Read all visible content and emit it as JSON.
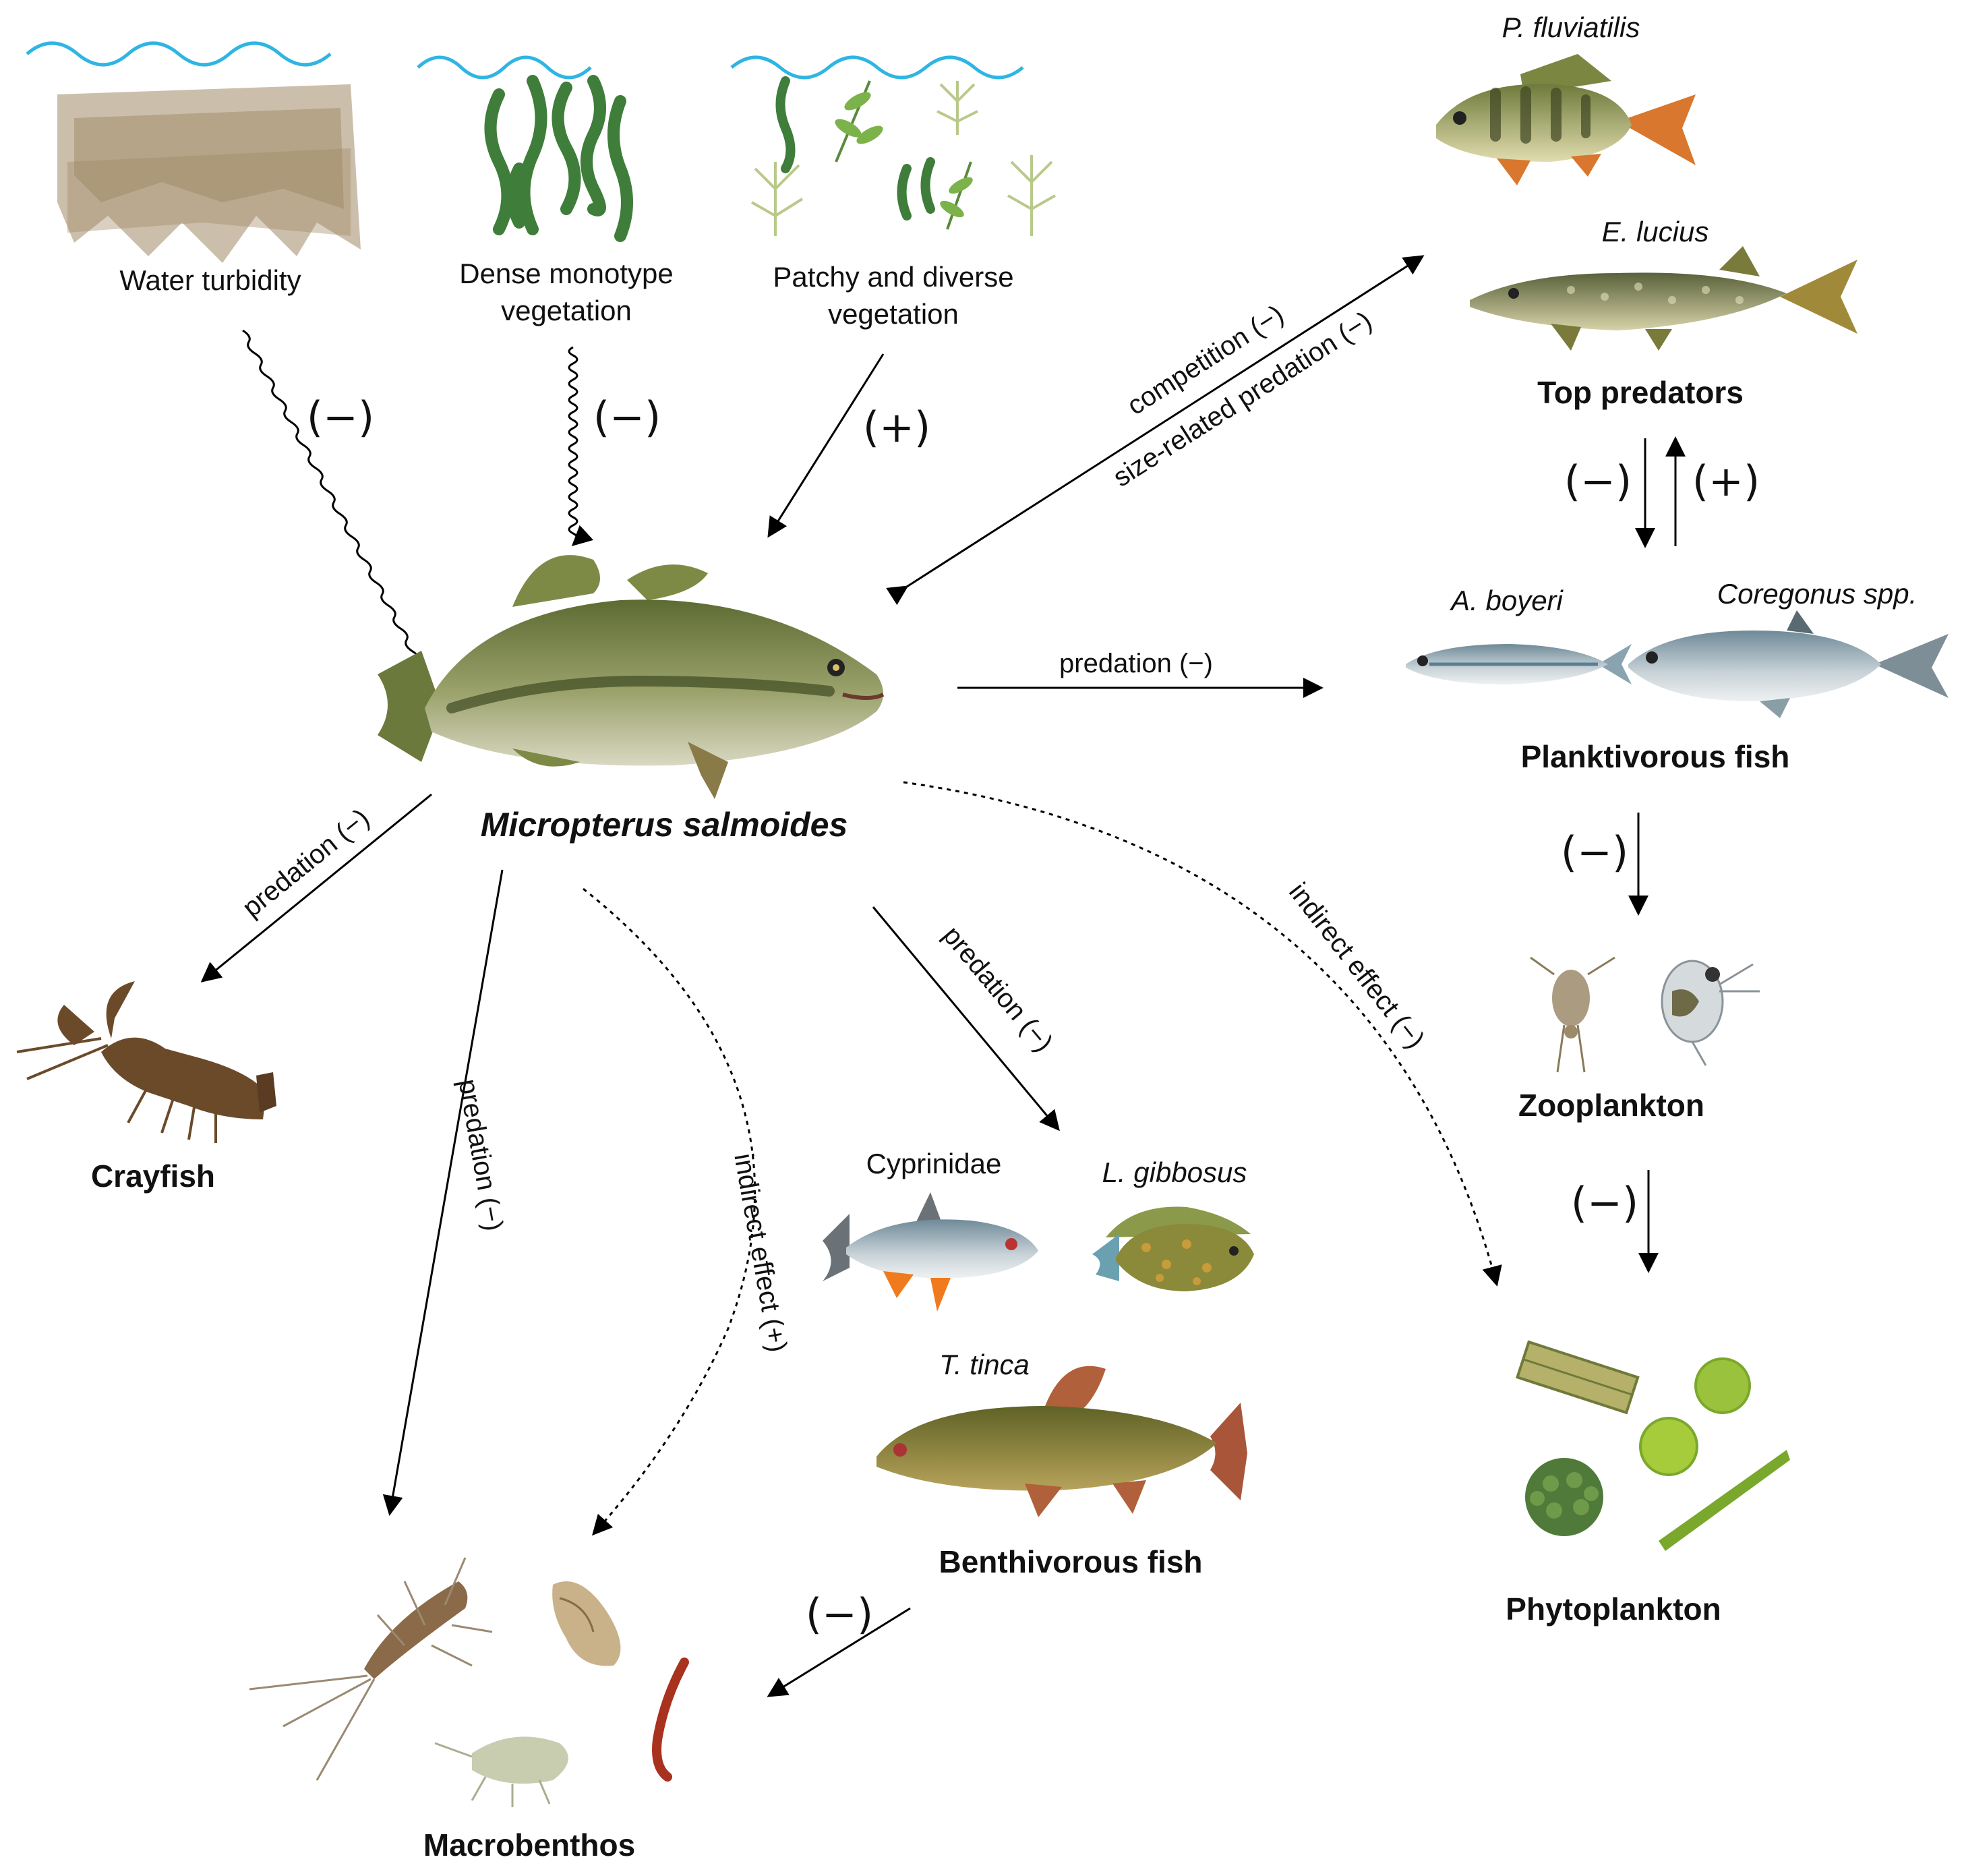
{
  "factors": {
    "turbidity": "Water turbidity",
    "dense_line1": "Dense monotype",
    "dense_line2": "vegetation",
    "patchy_line1": "Patchy and diverse",
    "patchy_line2": "vegetation"
  },
  "center": {
    "species": "Micropterus salmoides"
  },
  "top_predators": {
    "title": "Top predators",
    "species1": "P. fluviatilis",
    "species2": "E. lucius"
  },
  "planktivores": {
    "title": "Planktivorous fish",
    "species1": "A. boyeri",
    "species2": "Coregonus spp."
  },
  "zooplankton": {
    "title": "Zooplankton"
  },
  "phytoplankton": {
    "title": "Phytoplankton"
  },
  "crayfish": {
    "title": "Crayfish"
  },
  "macrobenthos": {
    "title": "Macrobenthos"
  },
  "benthivores": {
    "title": "Benthivorous fish",
    "species1": "Cyprinidae",
    "species2": "L. gibbosus",
    "species3": "T. tinca"
  },
  "relations": {
    "competition": "competition (−)",
    "size_predation": "size-related predation (−)",
    "predation_neg": "predation (−)",
    "indirect_neg": "indirect effect (−)",
    "indirect_pos": "indirect effect (+)"
  },
  "signs": {
    "neg": "(−)",
    "pos": "(+)"
  },
  "colors": {
    "water": "#2fb5e3",
    "bass": "#6b7a3c",
    "turbid": "#a08a66",
    "vegetation": "#3f7d3a",
    "crayfish": "#6b4a2a",
    "phyto": "#9ac23c"
  }
}
